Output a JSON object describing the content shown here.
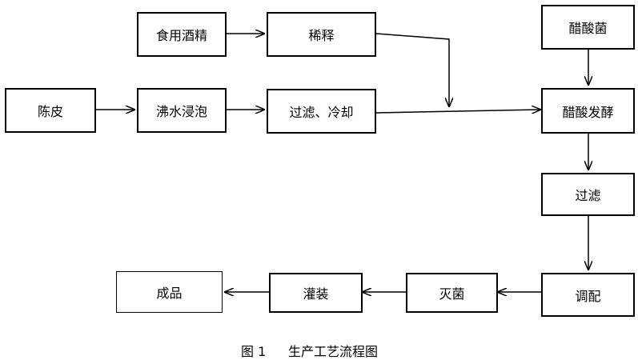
{
  "nodes": {
    "chenpi": "陈皮",
    "feishui": "沸水浸泡",
    "shiyong": "食用酒精",
    "xishi": "稀释",
    "guolv_lengque": "过滤、冷却",
    "cusuanjun": "醋酸菌",
    "cusuan_fajiao": "醋酸发酵",
    "guolv": "过滤",
    "tiaopei": "调配",
    "miejun": "灭菌",
    "guanzhuang": "灌装",
    "chengpin": "成品"
  },
  "caption": {
    "number": "图 1",
    "title": "生产工艺流程图"
  }
}
